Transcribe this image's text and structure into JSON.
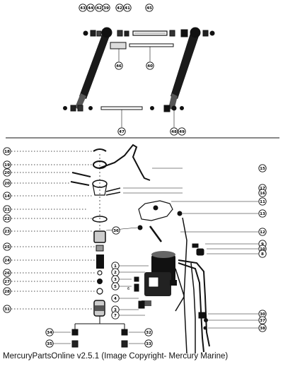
{
  "diagram": {
    "top_callouts": [
      "43",
      "44",
      "42",
      "39",
      "42",
      "41",
      "45"
    ],
    "mid_callouts": {
      "left": "46",
      "right": "40"
    },
    "bottom_left_callouts": [
      "47"
    ],
    "bottom_right_callouts": [
      "48",
      "49"
    ],
    "left_column": [
      "18",
      "19",
      "20",
      "20",
      "14",
      "21",
      "22",
      "23",
      "25",
      "24",
      "26",
      "27",
      "28",
      "31"
    ],
    "right_column": [
      "15",
      "17",
      "16",
      "11",
      "13",
      "12",
      "9",
      "10",
      "8",
      "30",
      "37",
      "38"
    ],
    "inline_right": [
      "36"
    ],
    "pump_callouts": [
      "1",
      "2",
      "3",
      "5",
      "4",
      "3",
      "7"
    ],
    "bottom_callouts": {
      "left": [
        "34",
        "35"
      ],
      "right": [
        "32",
        "33"
      ]
    },
    "dots": [
      "6"
    ]
  },
  "footer": "MercuryPartsOnline v2.5.1 (Image Copyright- Mercury Marine)"
}
